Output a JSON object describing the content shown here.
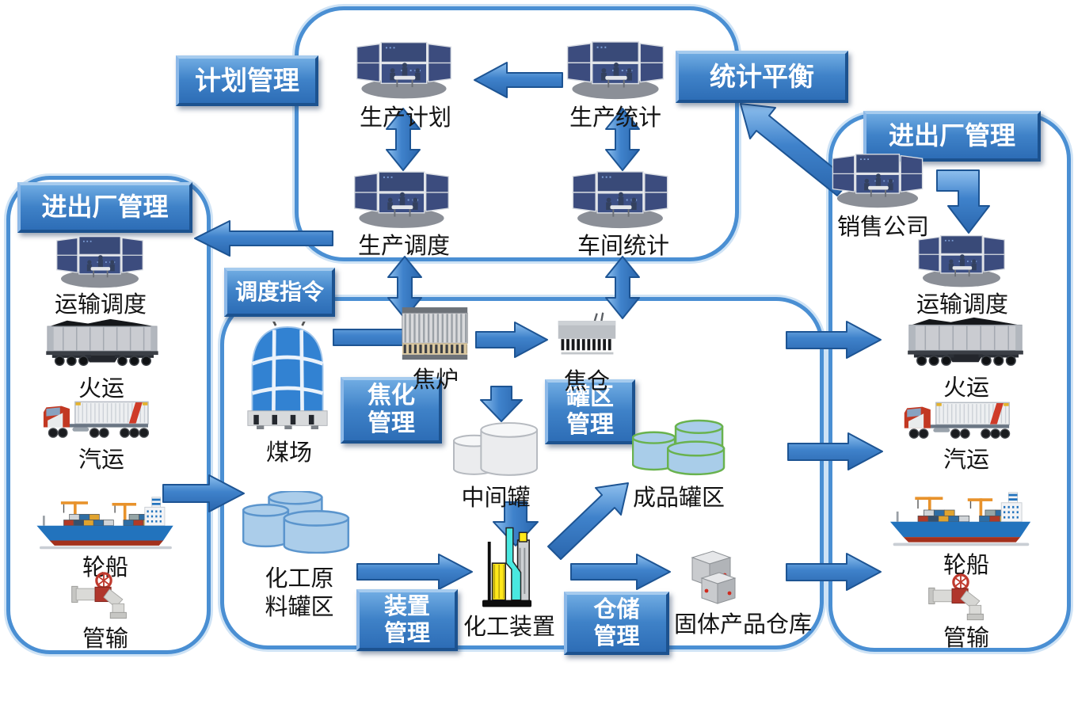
{
  "colors": {
    "background": "#ffffff",
    "panel_border": "#4a8fd3",
    "panel_halo": "#cfe3f5",
    "label_box_gradient_top": "#6fabe2",
    "label_box_gradient_bottom": "#2d6db6",
    "label_box_text": "#ffffff",
    "arrow_fill": "#3f82cb",
    "arrow_edge": "#1d5493",
    "node_text": "#141414",
    "product_tank_outline": "#69b24e",
    "tank_fill_blue": "#a9cde9"
  },
  "management_labels": {
    "plan": {
      "text": "计划管理"
    },
    "stats_balance": {
      "text": "统计平衡"
    },
    "inout_left": {
      "text": "进出厂管理"
    },
    "inout_right": {
      "text": "进出厂管理"
    },
    "dispatch_cmd": {
      "text": "调度指令"
    },
    "coking": {
      "line1": "焦化",
      "line2": "管理"
    },
    "tank_area": {
      "line1": "罐区",
      "line2": "管理"
    },
    "unit": {
      "line1": "装置",
      "line2": "管理"
    },
    "warehouse": {
      "line1": "仓储",
      "line2": "管理"
    }
  },
  "top_panel": {
    "production_plan": "生产计划",
    "production_stats": "生产统计",
    "production_dispatch": "生产调度",
    "workshop_stats": "车间统计"
  },
  "left_panel": {
    "transport_dispatch": "运输调度",
    "rail": "火运",
    "road": "汽运",
    "ship": "轮船",
    "pipeline": "管输"
  },
  "center_panel": {
    "coal_yard": "煤场",
    "coke_oven": "焦炉",
    "coke_bin": "焦仓",
    "intermediate_tank": "中间罐",
    "product_tank_area": "成品罐区",
    "chem_raw_line1": "化工原",
    "chem_raw_line2": "料罐区",
    "chem_plant": "化工装置",
    "solid_warehouse": "固体产品仓库"
  },
  "right_panel": {
    "sales_company": "销售公司",
    "transport_dispatch": "运输调度",
    "rail": "火运",
    "road": "汽运",
    "ship": "轮船",
    "pipeline": "管输"
  },
  "icons": {
    "control_room": "control-room-icon",
    "freight_train": "freight-train-icon",
    "container_truck": "container-truck-icon",
    "cargo_ship": "cargo-ship-icon",
    "pipeline_valve": "pipeline-valve-icon",
    "coal_dome": "coal-dome-icon",
    "coke_oven_battery": "coke-oven-icon",
    "coke_bunker": "coke-bunker-icon",
    "intermediate_tanks": "intermediate-tanks-icon",
    "product_tanks": "product-tanks-icon",
    "raw_material_tanks": "raw-material-tanks-icon",
    "chemical_plant": "chemical-plant-icon",
    "warehouse_boxes": "warehouse-boxes-icon"
  }
}
